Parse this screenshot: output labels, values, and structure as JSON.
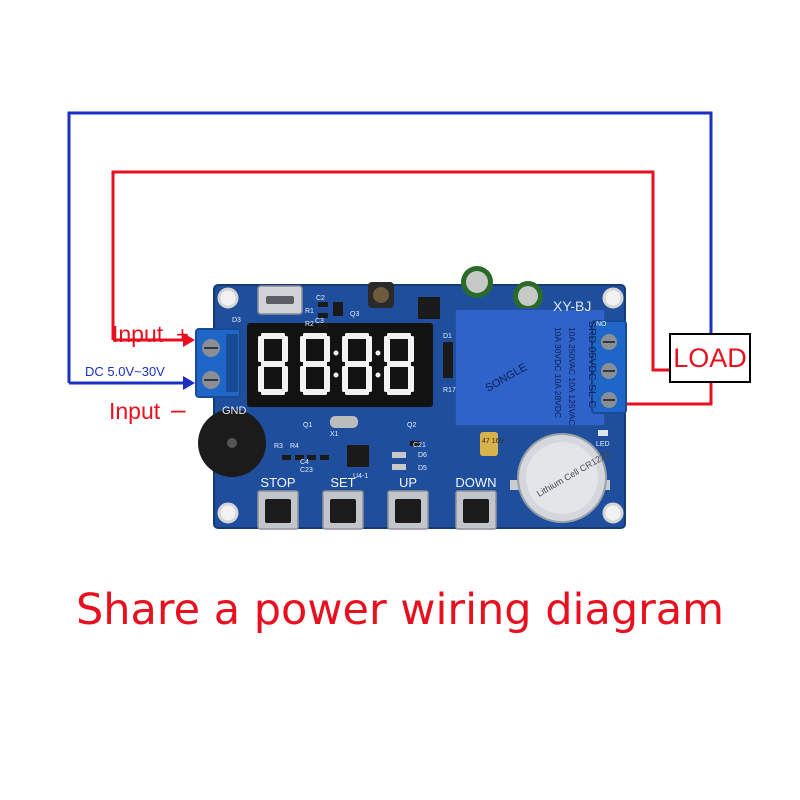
{
  "diagram": {
    "labels": {
      "input_plus": "Input",
      "input_minus": "Input",
      "dc_range": "DC 5.0V~30V",
      "load": "LOAD",
      "board_model": "XY-BJ",
      "gnd": "GND",
      "relay_model": "SRD-05VDC-SL-C",
      "relay_rating1": "10A 250VAC  10A 125VAC",
      "relay_rating2": "10A 30VDC  10A 28VDC",
      "relay_brand": "SONGLE",
      "battery": "Lithium Cell CR1220",
      "capacitor": "47 16V",
      "led": "LED"
    },
    "buttons": [
      "STOP",
      "SET",
      "UP",
      "DOWN"
    ],
    "silkscreen": [
      "D3",
      "C2",
      "R1",
      "R2",
      "Q3",
      "D1",
      "R3",
      "R4",
      "Q1",
      "Q2",
      "X1",
      "U4-1",
      "C21",
      "D6",
      "D5",
      "C23",
      "R17",
      "C3",
      "C4",
      "NO"
    ],
    "display_value": "8:8:8:8",
    "colors": {
      "positive_wire": "#e8101e",
      "negative_wire": "#1c2fc4",
      "pcb": "#1f4f9c",
      "relay": "#2f63c9",
      "terminal": "#1f66c9"
    }
  },
  "caption": "Share a power wiring diagram"
}
